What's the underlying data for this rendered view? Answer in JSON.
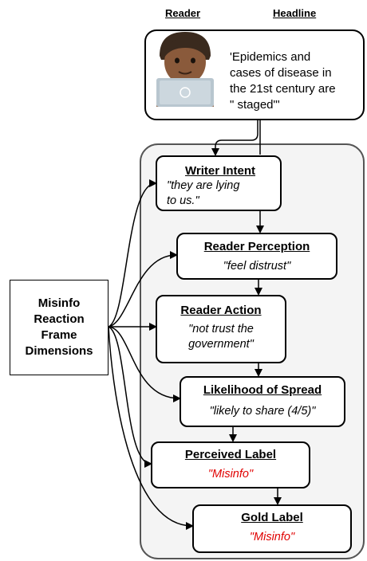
{
  "header": {
    "reader": "Reader",
    "headline": "Headline"
  },
  "headline_text": [
    "'Epidemics and",
    "cases of disease in",
    "the 21st century are",
    "\" staged\"'"
  ],
  "left_box": [
    "Misinfo",
    "Reaction",
    "Frame",
    "Dimensions"
  ],
  "boxes": {
    "writer_intent": {
      "title": "Writer Intent",
      "lines": [
        "\"they are lying",
        "to us.\""
      ]
    },
    "reader_perception": {
      "title": "Reader Perception",
      "lines": [
        "\"feel distrust\""
      ]
    },
    "reader_action": {
      "title": "Reader Action",
      "lines": [
        "\"not trust the",
        "government\""
      ]
    },
    "likelihood_spread": {
      "title": "Likelihood of Spread",
      "lines": [
        "\"likely to share (4/5)\""
      ]
    },
    "perceived_label": {
      "title": "Perceived Label",
      "lines": [
        "\"Misinfo\""
      ]
    },
    "gold_label": {
      "title": "Gold Label",
      "lines": [
        "\"Misinfo\""
      ]
    }
  },
  "colors": {
    "label_red": "#e00000",
    "panel_bg": "#f4f4f4",
    "panel_border": "#555555"
  },
  "icons": {
    "reader": "person-with-laptop-icon"
  }
}
